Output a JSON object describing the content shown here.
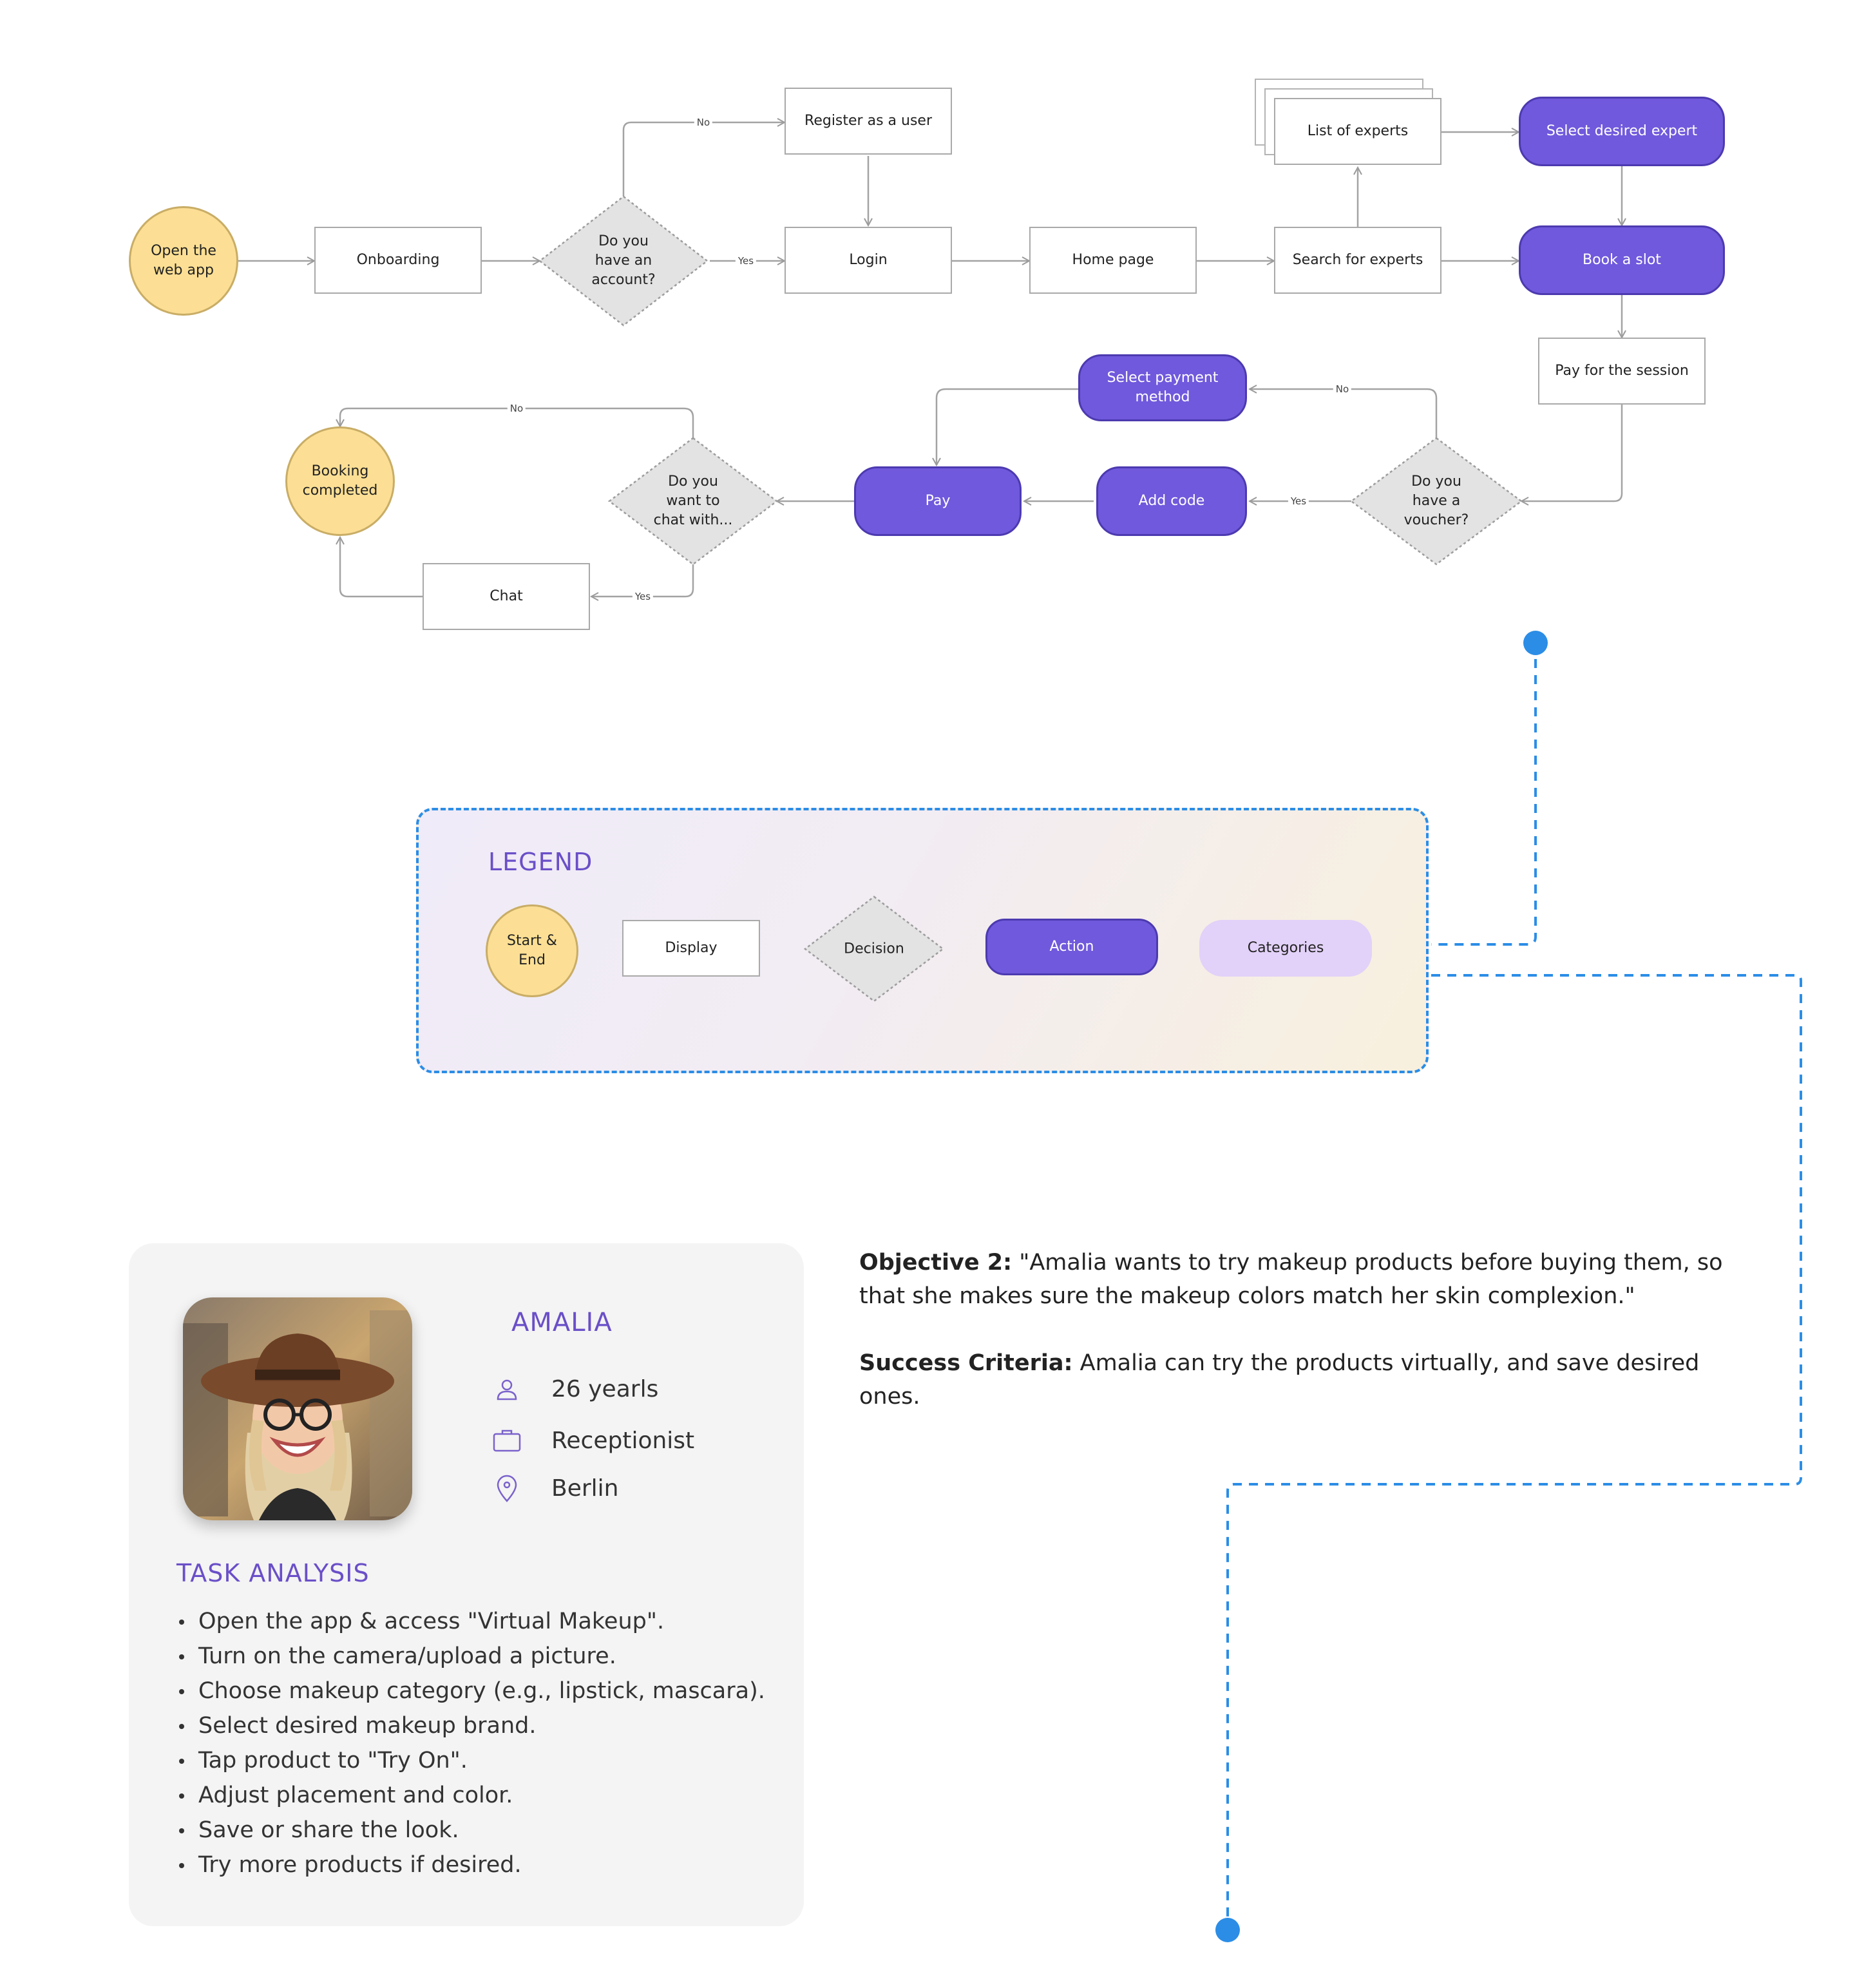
{
  "flowchart": {
    "open_app": "Open the\nweb app",
    "onboarding": "Onboarding",
    "have_account": "Do you\nhave an\naccount?",
    "register": "Register as a user",
    "login": "Login",
    "home_page": "Home page",
    "search_experts": "Search for experts",
    "list_experts": "List of experts",
    "select_expert": "Select desired expert",
    "book_slot": "Book a slot",
    "pay_session": "Pay for the session",
    "have_voucher": "Do you\nhave a\nvoucher?",
    "add_code": "Add code",
    "select_payment": "Select payment\nmethod",
    "pay": "Pay",
    "want_chat": "Do you\nwant to\nchat with...",
    "chat": "Chat",
    "booking_completed": "Booking\ncompleted",
    "label_no": "No",
    "label_yes": "Yes"
  },
  "legend": {
    "title": "LEGEND",
    "start_end": "Start &\nEnd",
    "display": "Display",
    "decision": "Decision",
    "action": "Action",
    "categories": "Categories"
  },
  "persona": {
    "name": "AMALIA",
    "age": "26 yearls",
    "job": "Receptionist",
    "city": "Berlin",
    "task_title": "TASK ANALYSIS",
    "tasks": [
      "Open the app & access \"Virtual Makeup\".",
      "Turn on the camera/upload a picture.",
      "Choose makeup category (e.g., lipstick, mascara).",
      "Select desired makeup brand.",
      "Tap product to \"Try On\".",
      "Adjust placement and color.",
      "Save or share the look.",
      "Try more products if desired."
    ]
  },
  "objective": {
    "label": "Objective 2:",
    "text": " \"Amalia wants to try makeup products before buying them, so that she makes sure the makeup colors match her skin complexion.\"",
    "success_label": "Success Criteria:",
    "success_text": " Amalia can try the products virtually, and save desired ones."
  },
  "colors": {
    "action": "#7059dc",
    "start_end": "#fcdf94",
    "decision": "#e3e3e3",
    "categories": "#e2d1f8",
    "accent_text": "#6a4fc8",
    "connector": "#2b8de6"
  }
}
